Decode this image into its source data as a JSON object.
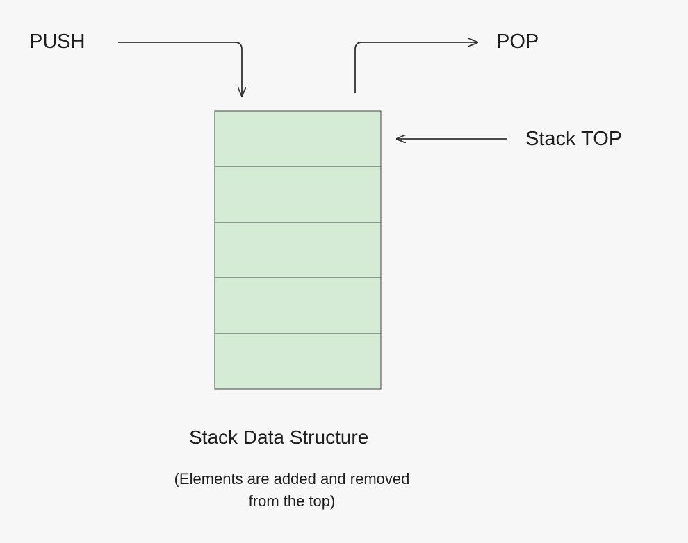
{
  "labels": {
    "push": "PUSH",
    "pop": "POP",
    "stack_top": "Stack TOP"
  },
  "title": "Stack Data Structure",
  "caption": {
    "line1": "(Elements are added and removed",
    "line2": "from the top)"
  },
  "stack": {
    "slot_count": 5,
    "fill_color": "#d5ebd5",
    "stroke_color": "#444444"
  },
  "arrows": [
    "push-arrow",
    "pop-arrow",
    "stack-top-arrow"
  ]
}
